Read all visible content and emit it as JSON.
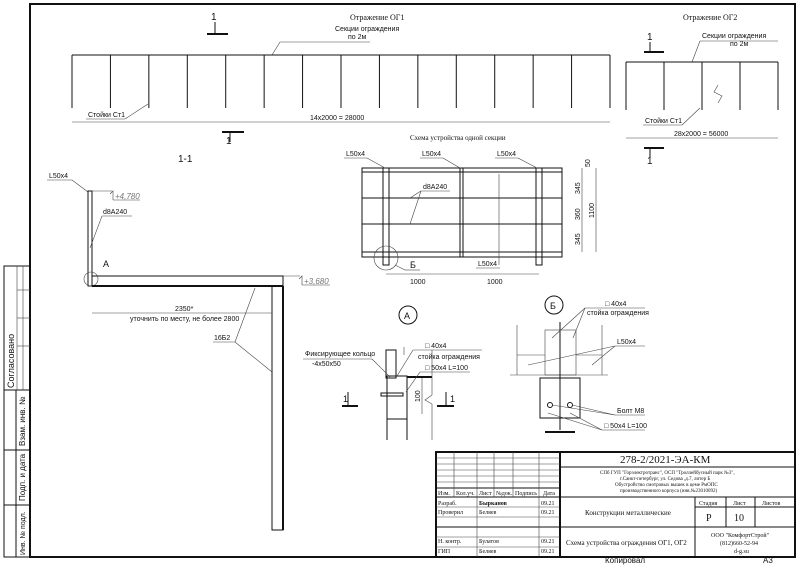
{
  "plan_og1": {
    "title": "Отражение ОГ1",
    "sections_label_1": "Секции ограждения",
    "sections_label_2": "по 2м",
    "posts_label": "Стойки Ст1",
    "dimension": "14x2000 = 28000",
    "section_mark": "1"
  },
  "plan_og2": {
    "title": "Отражение ОГ2",
    "sections_label_1": "Секции ограждения",
    "sections_label_2": "по 2м",
    "posts_label": "Стойки Ст1",
    "dimension": "28x2000 = 56000",
    "section_mark": "1"
  },
  "section_1_1": {
    "title": "1-1",
    "angle_label": "L50x4",
    "elev_top": "+4,780",
    "rebar_label": "d8A240",
    "detail_ref": "А",
    "elev_beam": "+3,680",
    "span_dim": "2350*",
    "span_note": "уточнить по месту, не более 2800",
    "beam_label": "16Б2"
  },
  "section_scheme": {
    "title": "Схема устройства одной секции",
    "angle_left": "L50x4",
    "angle_mid": "L50x4",
    "angle_right": "L50x4",
    "rebar_label": "d8A240",
    "angle_bottom": "L50x4",
    "detail_ref": "Б",
    "dim_50": "50",
    "dim_345a": "345",
    "dim_360": "360",
    "dim_345b": "345",
    "dim_1100": "1100",
    "dim_1000a": "1000",
    "dim_1000b": "1000"
  },
  "detail_a": {
    "title": "А",
    "ring_label_1": "Фиксирующее кольцо",
    "ring_label_2": "-4x50x50",
    "tube_label": "□ 40х4",
    "post_label": "стойка ограждения",
    "tube2_label": "□ 50х4 L=100",
    "dim_100": "100",
    "mark_left": "1",
    "mark_right": "1"
  },
  "detail_b": {
    "title": "Б",
    "tube_label": "□ 40х4",
    "post_label": "стойка ограждения",
    "angle_label": "L50x4",
    "bolt_label": "Болт М8",
    "tube2_label": "□ 50х4 L=100"
  },
  "side_stamp": {
    "agreed": "Согласовано",
    "replace_inv": "Взам. инв. №",
    "sign_date": "Подп. и дата",
    "inv_orig": "Инв. № подл."
  },
  "title_block": {
    "doc_code": "278-2/2021-ЭА-КМ",
    "org_line1": "СПб ГУП \"Горэлектротранс\", ОСП \"Троллейбусный парк №3\",",
    "org_line2": "г.Санкт-петербург, ул. Седова ,д.7, литер Б",
    "org_line3": "Обустройство смотровых вышек в цеме РмОПС",
    "org_line4": "производственного корпуса (инв.№23010092)",
    "headers": [
      "Изм.",
      "Кол.уч.",
      "Лист",
      "№док.",
      "Подпись",
      "Дата"
    ],
    "rows": [
      {
        "role": "Разраб.",
        "name": "Бырканов",
        "date": "09.21"
      },
      {
        "role": "Проверил",
        "name": "Беляев",
        "date": "09.21"
      },
      {
        "role": "Н. контр.",
        "name": "Булатов",
        "date": "09.21"
      },
      {
        "role": "ГИП",
        "name": "Беляев",
        "date": "09.21"
      }
    ],
    "sheet_title": "Конструкции металлические",
    "drawing_title": "Схема устройства ограждения ОГ1, ОГ2",
    "stage_label": "Стадия",
    "sheet_label": "Лист",
    "sheets_label": "Листов",
    "stage": "Р",
    "sheet": "10",
    "company": "ООО \"КомфортСтрой\"",
    "phone": "(812)660-52-94",
    "site": "d-g.su"
  },
  "footer": {
    "copied": "Копировал",
    "format": "А3"
  }
}
